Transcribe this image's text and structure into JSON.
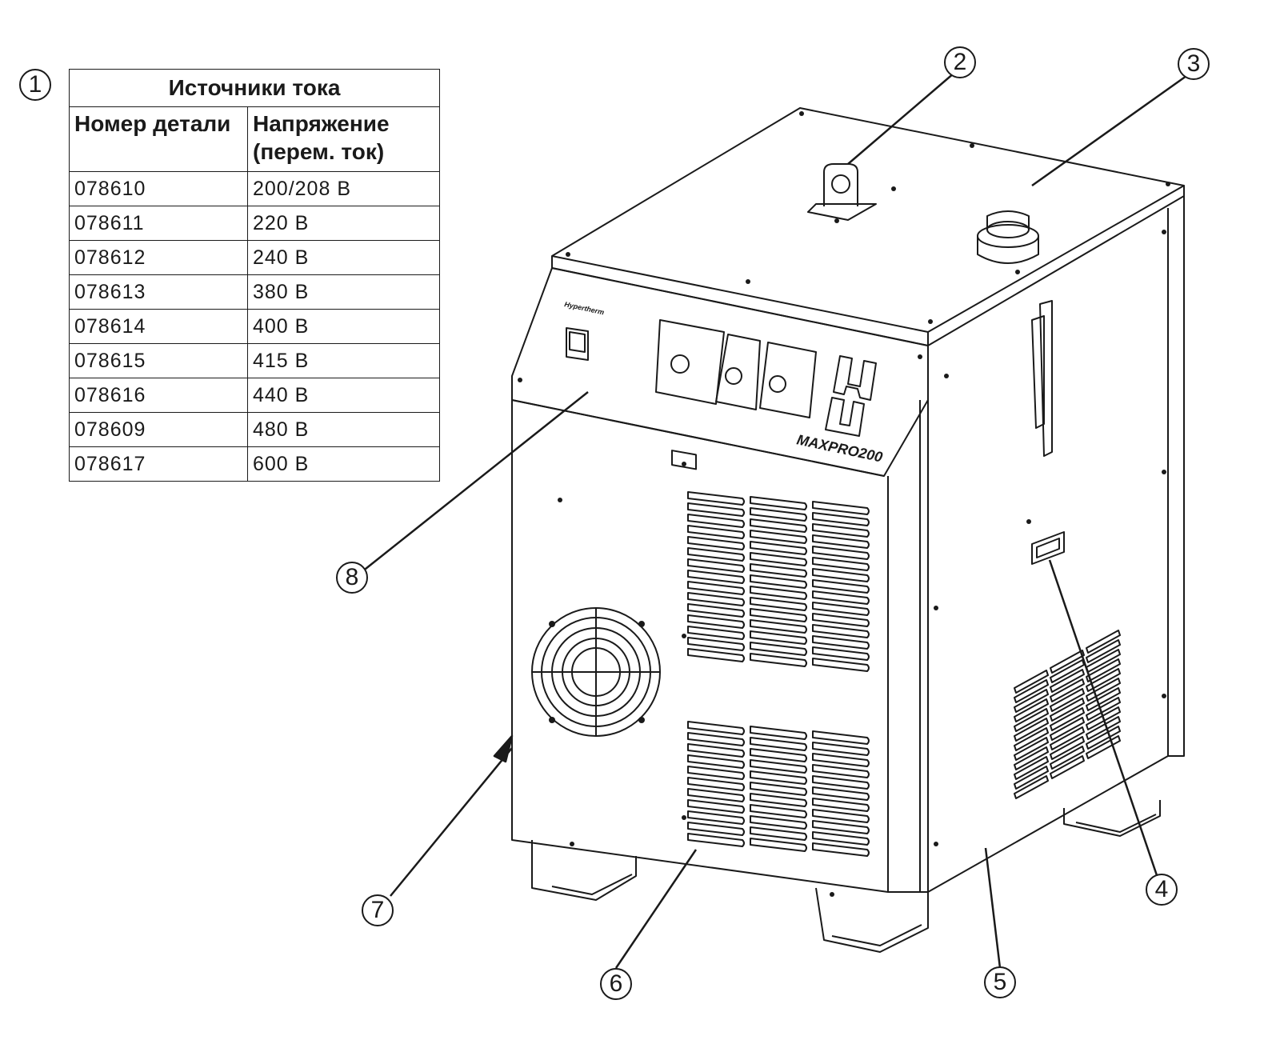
{
  "table": {
    "callout": "1",
    "title": "Источники тока",
    "headers": [
      "Номер детали",
      "Напряжение (перем. ток)"
    ],
    "rows": [
      [
        "078610",
        "200/208 В"
      ],
      [
        "078611",
        "220 В"
      ],
      [
        "078612",
        "240 В"
      ],
      [
        "078613",
        "380 В"
      ],
      [
        "078614",
        "400 В"
      ],
      [
        "078615",
        "415 В"
      ],
      [
        "078616",
        "440 В"
      ],
      [
        "078609",
        "480 В"
      ],
      [
        "078617",
        "600 В"
      ]
    ]
  },
  "machine": {
    "model_label": "MAXPRO200",
    "brand_label": "Hypertherm"
  },
  "callouts": [
    "2",
    "3",
    "4",
    "5",
    "6",
    "7",
    "8"
  ]
}
